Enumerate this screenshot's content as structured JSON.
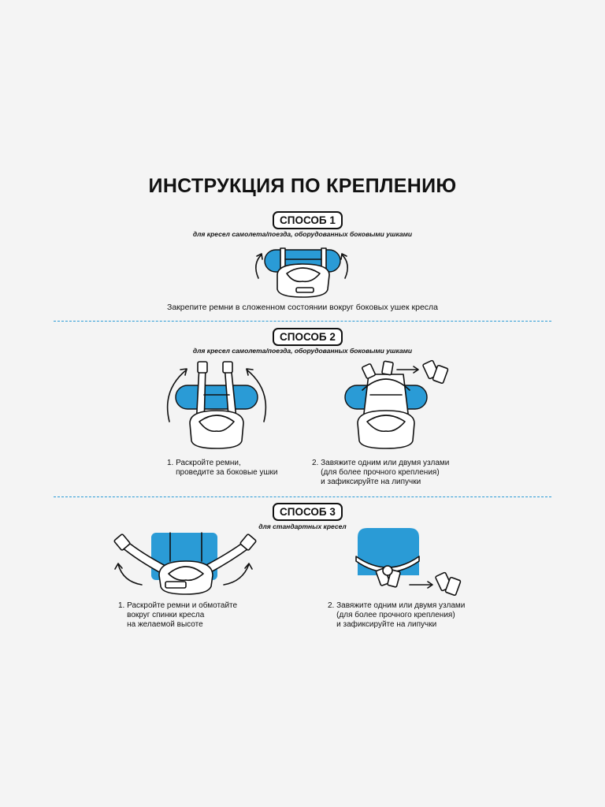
{
  "title": "ИНСТРУКЦИЯ ПО КРЕПЛЕНИЮ",
  "method1": {
    "badge": "СПОСОБ 1",
    "subtitle": "для кресел самолета/поезда, оборудованных боковыми ушками",
    "caption": "Закрепите ремни в сложенном состоянии вокруг боковых ушек кресла"
  },
  "method2": {
    "badge": "СПОСОБ 2",
    "subtitle": "для кресел самолета/поезда, оборудованных боковыми ушками",
    "step1": "1. Раскройте ремни,\n    проведите за боковые ушки",
    "step2": "2. Завяжите одним или двумя узлами\n    (для более прочного крепления)\n    и зафиксируйте на липучки"
  },
  "method3": {
    "badge": "СПОСОБ 3",
    "subtitle": "для стандартных кресел",
    "step1": "1. Раскройте ремни и обмотайте\n    вокруг спинки кресла\n    на желаемой высоте",
    "step2": "2. Завяжите одним или двумя узлами\n    (для более прочного крепления)\n    и зафиксируйте на липучки"
  },
  "colors": {
    "accent": "#2a9bd6",
    "ink": "#111111",
    "background": "#f4f4f4"
  }
}
